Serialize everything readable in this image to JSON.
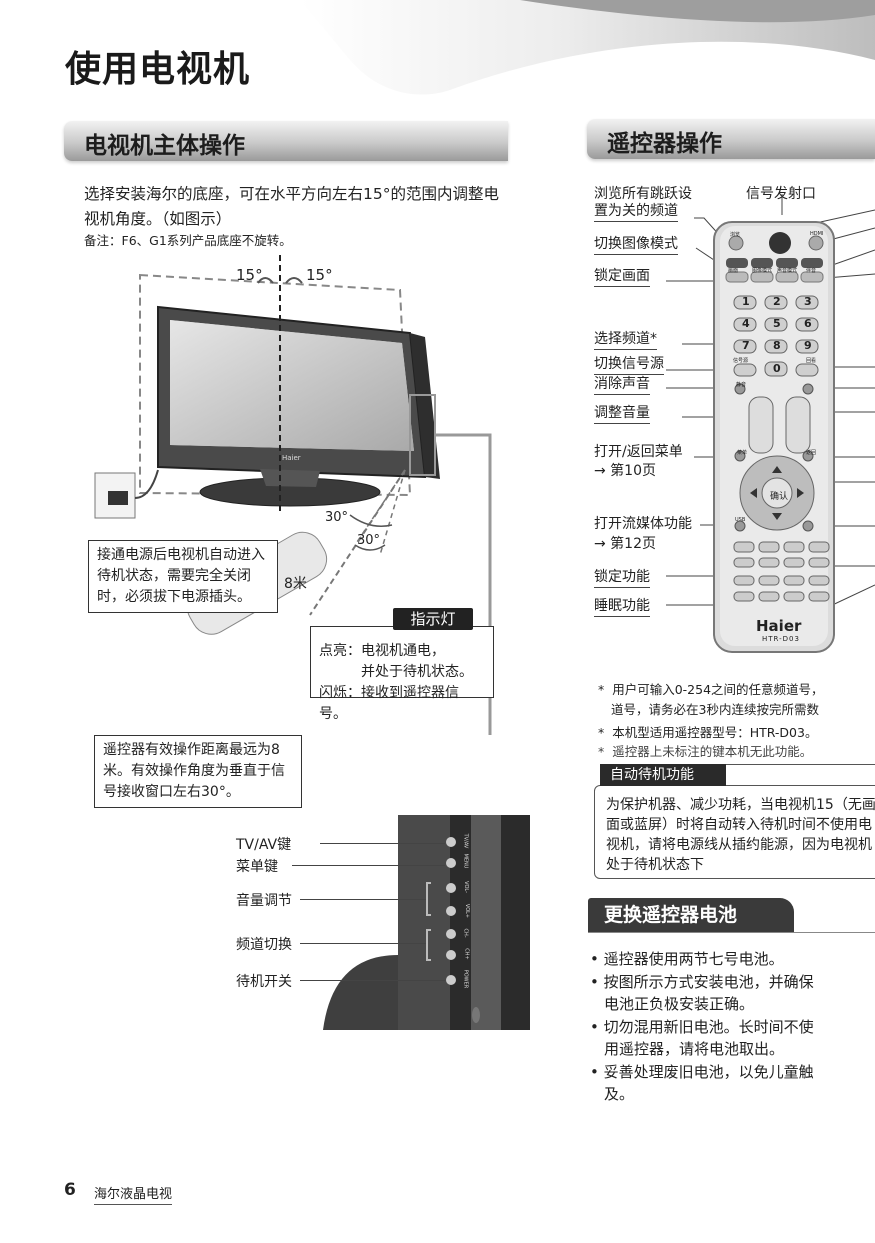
{
  "page": {
    "title": "使用电视机",
    "number": "6",
    "brand": "海尔液晶电视"
  },
  "tv_section": {
    "heading": "电视机主体操作",
    "intro": "选择安装海尔的底座，可在水平方向左右15°的范围内调整电视机角度。（如图示）",
    "note": "备注：F6、G1系列产品底座不旋转。",
    "angle_top_left": "15°",
    "angle_top_right": "15°",
    "angle_30_a": "30°",
    "angle_30_b": "30°",
    "distance": "8米",
    "tv_logo": "Haier",
    "power_note": "接通电源后电视机自动进入待机状态，需要完全关闭时，必须拔下电源插头。",
    "indicator": {
      "title": "指示灯",
      "on_label": "点亮：",
      "on_text": "电视机通电，",
      "on_text2": "并处于待机状态。",
      "blink_label": "闪烁：",
      "blink_text": "接收到遥控器信号。"
    },
    "range_note": "遥控器有效操作距离最远为8米。有效操作角度为垂直于信号接收窗口左右30°。",
    "side_buttons": [
      "TV/AV键",
      "菜单键",
      "音量调节",
      "频道切换",
      "待机开关"
    ],
    "side_button_marks": [
      "TV/AV",
      "MENU",
      "VOL-",
      "VOL+",
      "CH-",
      "CH+",
      "POWER"
    ]
  },
  "remote_section": {
    "heading": "遥控器操作",
    "signal_label": "信号发射口",
    "left_labels": [
      "浏览所有跳跃设",
      "置为关的频道",
      "切换图像模式",
      "锁定画面",
      "选择频道*",
      "切换信号源",
      "消除声音",
      "调整音量",
      "打开/返回菜单",
      "→ 第10页",
      "打开流媒体功能",
      "→ 第12页",
      "锁定功能",
      "睡眠功能"
    ],
    "remote_brand": "Haier",
    "remote_model": "HTR-D03",
    "key_labels": [
      "浏览",
      "HDMI",
      "画面",
      "图像模式",
      "声音模式",
      "伴音",
      "1",
      "2",
      "3",
      "4",
      "5",
      "6",
      "7",
      "8",
      "9",
      "0",
      "信号源",
      "回看",
      "静音",
      "确认",
      "USB",
      "菜单",
      "返回"
    ],
    "footnotes": [
      "用户可输入0-254之间的任意频道号，",
      "道号，请务必在3秒内连续按完所需数",
      "本机型适用遥控器型号：HTR-D03。",
      "遥控器上未标注的键本机无此功能。"
    ]
  },
  "auto_standby": {
    "title": "自动待机功能",
    "text": "为保护机器、减少功耗，当电视机15（无画面或蓝屏）时将自动转入待机时间不使用电视机，请将电源线从插约能源，因为电视机处于待机状态下"
  },
  "battery": {
    "heading": "更换遥控器电池",
    "items": [
      "遥控器使用两节七号电池。",
      "按图所示方式安装电池，并确保电池正负极安装正确。",
      "切勿混用新旧电池。长时间不使用遥控器，请将电池取出。",
      "妥善处理废旧电池，以免儿童触及。"
    ]
  }
}
